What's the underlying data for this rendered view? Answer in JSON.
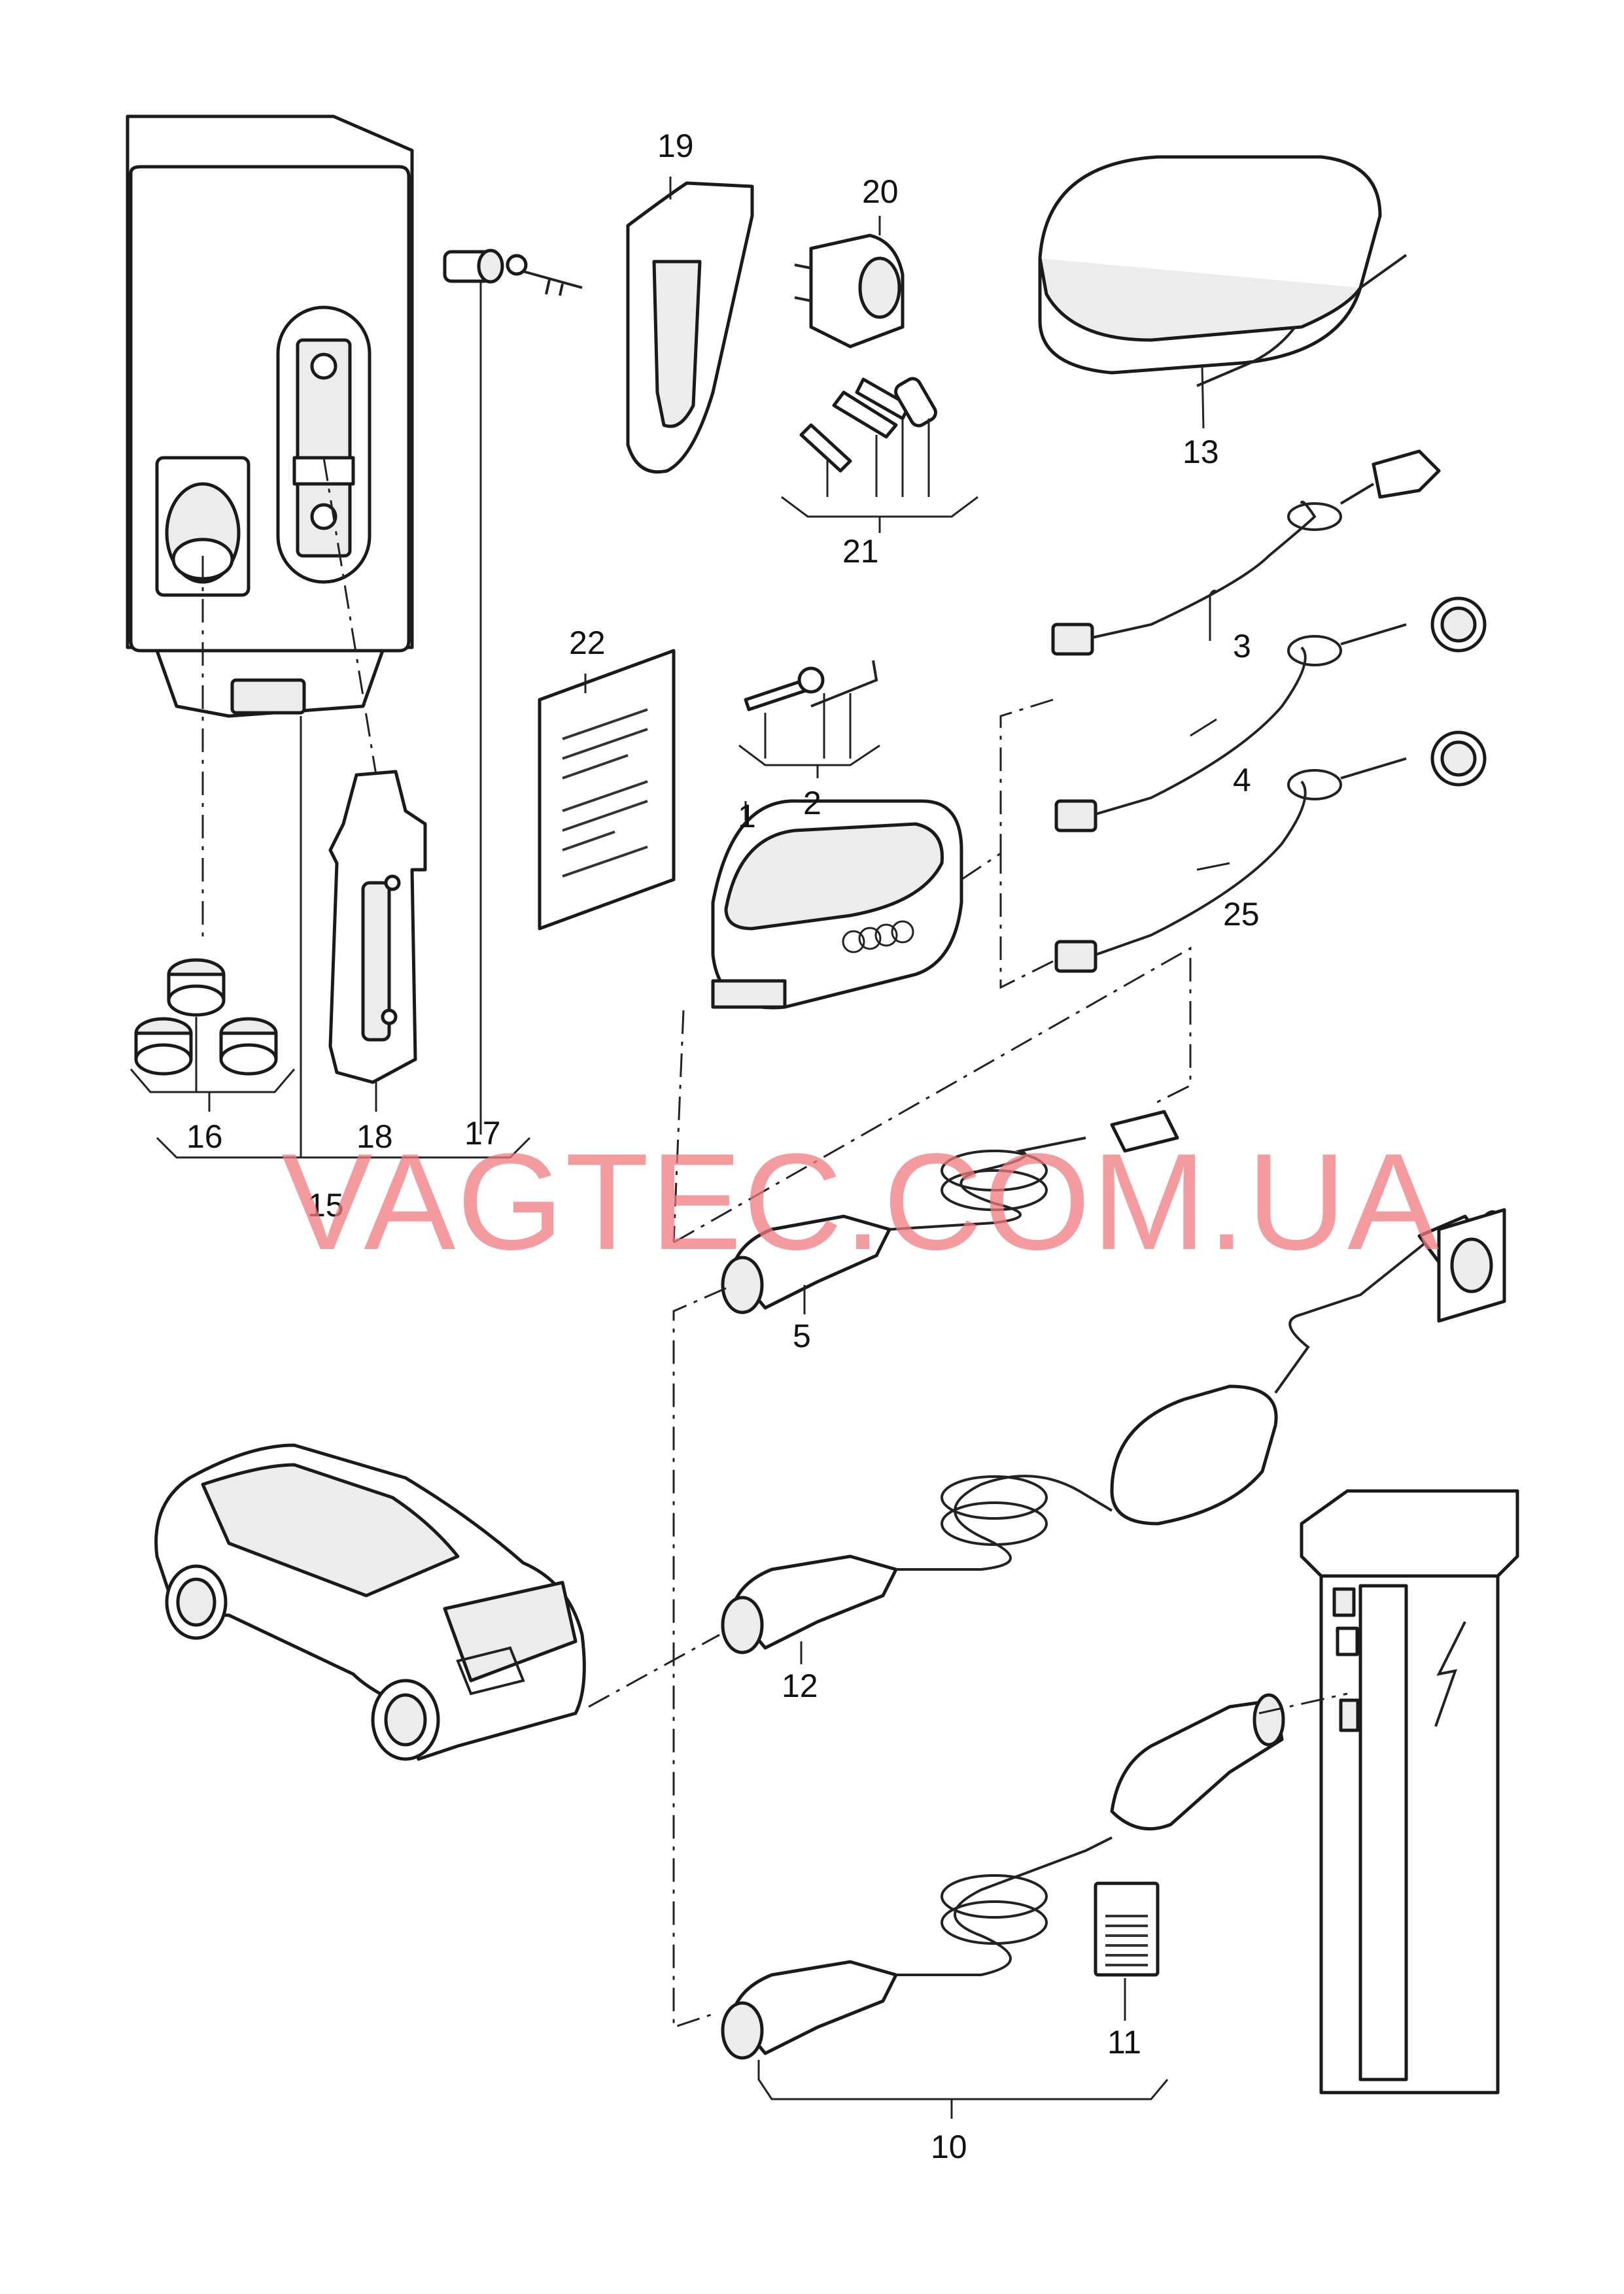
{
  "watermark": "VAGTEC.COM.UA",
  "callouts": {
    "c1": "1",
    "c2": "2",
    "c3": "3",
    "c4": "4",
    "c5": "5",
    "c10": "10",
    "c11": "11",
    "c12": "12",
    "c13": "13",
    "c15": "15",
    "c16": "16",
    "c17": "17",
    "c18": "18",
    "c19": "19",
    "c20": "20",
    "c21": "21",
    "c22": "22",
    "c25": "25"
  },
  "icons": {
    "wallbox": "wallbox-housing-icon",
    "car": "car-icon",
    "station": "charging-station-icon",
    "bag": "storage-bag-icon",
    "control": "control-unit-icon"
  }
}
